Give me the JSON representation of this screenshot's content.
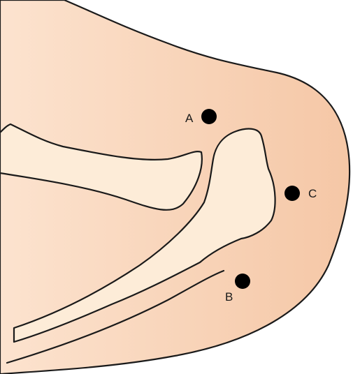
{
  "diagram": {
    "points": [
      {
        "id": "A",
        "label": "A"
      },
      {
        "id": "B",
        "label": "B"
      },
      {
        "id": "C",
        "label": "C"
      }
    ],
    "colors": {
      "skin_left": "#fce3cf",
      "skin_right": "#f5c7a6",
      "bone_fill": "#fdecd8",
      "outline": "#1a1a1a",
      "marker": "#000000"
    }
  }
}
